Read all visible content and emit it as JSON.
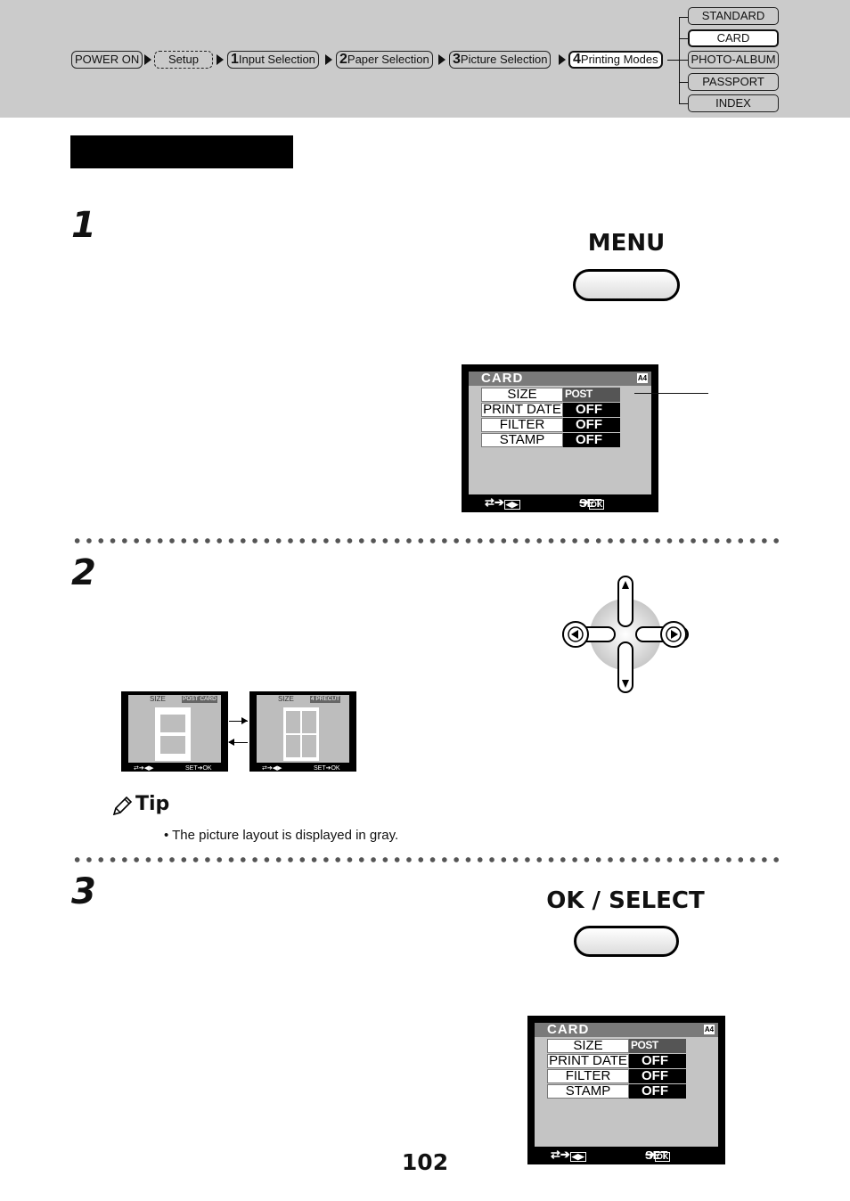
{
  "breadcrumb": {
    "items": [
      {
        "label": "POWER ON"
      },
      {
        "label": "Setup"
      },
      {
        "num": "1",
        "label": "Input Selection"
      },
      {
        "num": "2",
        "label": "Paper Selection"
      },
      {
        "num": "3",
        "label": "Picture Selection"
      },
      {
        "num": "4",
        "label": "Printing Modes"
      }
    ]
  },
  "modes": [
    "STANDARD",
    "CARD",
    "PHOTO-ALBUM",
    "PASSPORT",
    "INDEX"
  ],
  "active_mode": "CARD",
  "steps": [
    "1",
    "2",
    "3"
  ],
  "buttons": {
    "menu": "MENU",
    "ok_select": "OK / SELECT"
  },
  "lcd": {
    "title": "CARD",
    "paper_badge": "A4",
    "rows": [
      {
        "label": "SIZE",
        "value": "POST CARD"
      },
      {
        "label": "PRINT DATE",
        "value": "OFF"
      },
      {
        "label": "FILTER",
        "value": "OFF"
      },
      {
        "label": "STAMP",
        "value": "OFF"
      }
    ],
    "footer_set": "SET",
    "footer_ok": "OK"
  },
  "previews": [
    {
      "label": "SIZE",
      "tag": "POST CARD",
      "footer": "SET"
    },
    {
      "label": "SIZE",
      "tag": "4 PRECUT",
      "footer": "SET"
    }
  ],
  "tip": {
    "heading": "Tip",
    "text": "• The picture layout is displayed in gray."
  },
  "page_number": "102"
}
